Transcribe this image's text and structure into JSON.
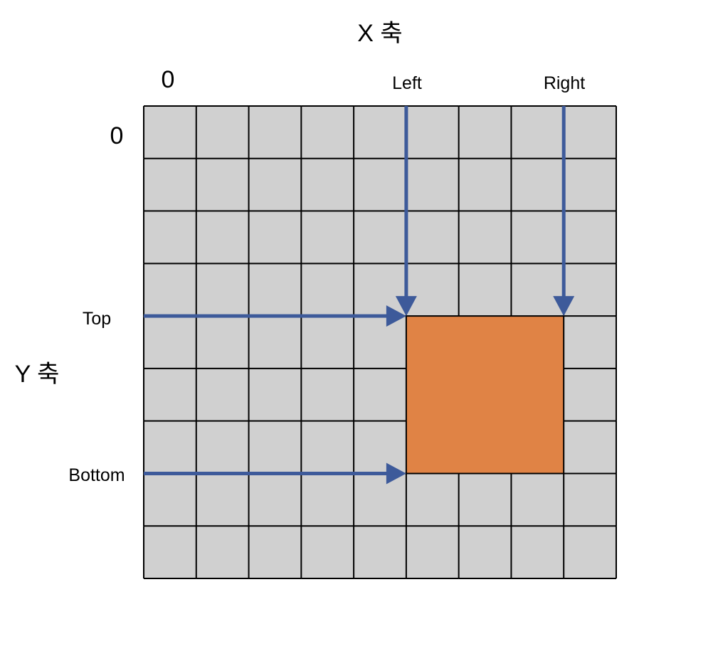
{
  "labels": {
    "x_axis": "X 축",
    "y_axis": "Y 축",
    "origin_x": "0",
    "origin_y": "0",
    "left": "Left",
    "right": "Right",
    "top": "Top",
    "bottom": "Bottom"
  },
  "grid": {
    "columns": 9,
    "rows": 9,
    "cell_fill": "#d0d0d0",
    "line_color": "#000000"
  },
  "highlight": {
    "left_col": 5,
    "right_col": 8,
    "top_row": 4,
    "bottom_row": 7,
    "fill": "#e08345"
  },
  "colors": {
    "arrow": "#3d5a9a"
  }
}
